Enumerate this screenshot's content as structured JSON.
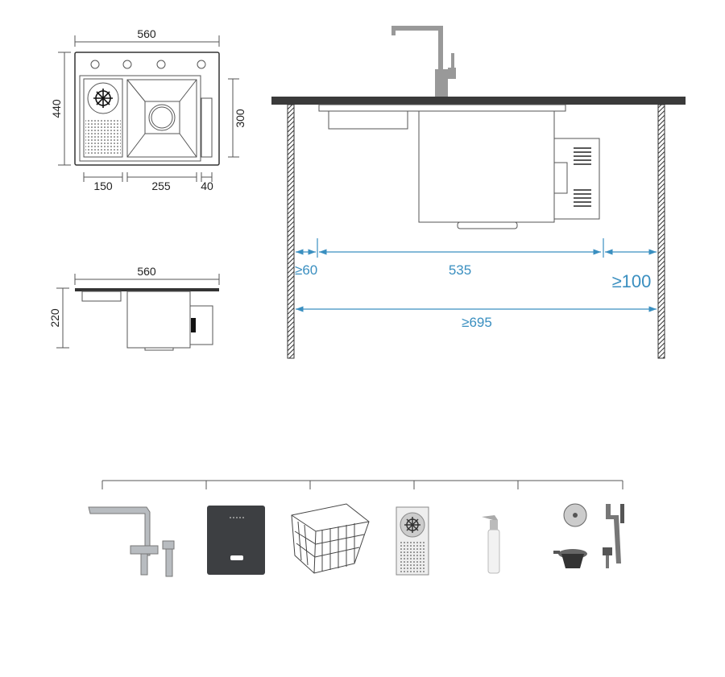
{
  "top_view": {
    "width": "560",
    "depth": "440",
    "bowl_depth": "300",
    "left_section": "150",
    "bowl_width": "255",
    "right_section": "40"
  },
  "side_view": {
    "width": "560",
    "height": "220"
  },
  "cabinet": {
    "left_clearance": "≥60",
    "sink_width": "535",
    "right_clearance": "≥100",
    "cabinet_width": "≥695"
  },
  "colors": {
    "dimension_blue": "#3a8fc0",
    "countertop": "#3a3a3a"
  },
  "accessories": [
    {
      "icon": "faucet-with-sprayer-icon"
    },
    {
      "icon": "control-panel-icon"
    },
    {
      "icon": "wire-basket-icon"
    },
    {
      "icon": "cup-rinser-plate-icon"
    },
    {
      "icon": "soap-dispenser-icon"
    },
    {
      "icon": "drain-kit-icon"
    }
  ]
}
